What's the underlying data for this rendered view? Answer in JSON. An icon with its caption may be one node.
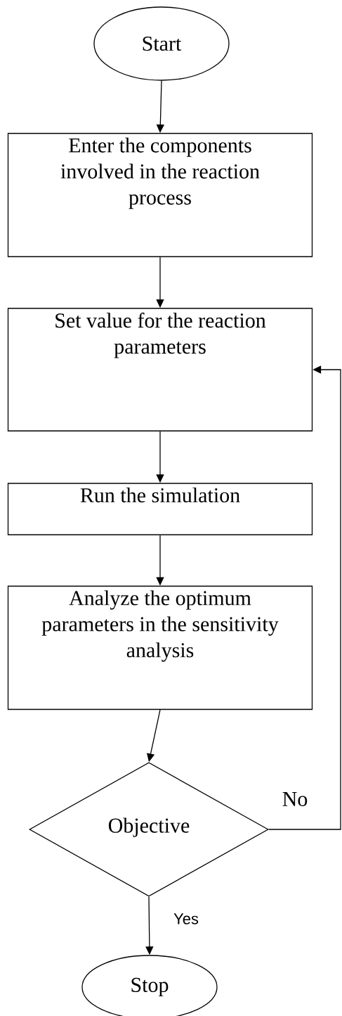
{
  "diagram": {
    "nodes": [
      {
        "text": [
          "Start"
        ]
      },
      {
        "text": [
          "Enter the components involved in the reaction process"
        ]
      },
      {
        "text": [
          "Set value for the reaction parameters"
        ]
      },
      {
        "text": [
          "Run the simulation"
        ]
      },
      {
        "text": [
          "Analyze the optimum parameters in the sensitivity analysis"
        ]
      },
      {
        "text": [
          "Objective"
        ]
      },
      {
        "text": [
          "Stop"
        ]
      }
    ],
    "edges": [
      {
        "from": 0,
        "to": 1,
        "arrow": "to"
      },
      {
        "from": 1,
        "to": 2,
        "arrow": "to"
      },
      {
        "from": 2,
        "to": 3,
        "arrow": "to"
      },
      {
        "from": 3,
        "to": 4,
        "arrow": "to"
      },
      {
        "from": 4,
        "to": 5,
        "arrow": "to"
      },
      {
        "from": 5,
        "to": 6,
        "arrow": "to",
        "label": "Yes"
      },
      {
        "from": 5,
        "to": 2,
        "arrow": "to",
        "label": "No"
      }
    ]
  }
}
